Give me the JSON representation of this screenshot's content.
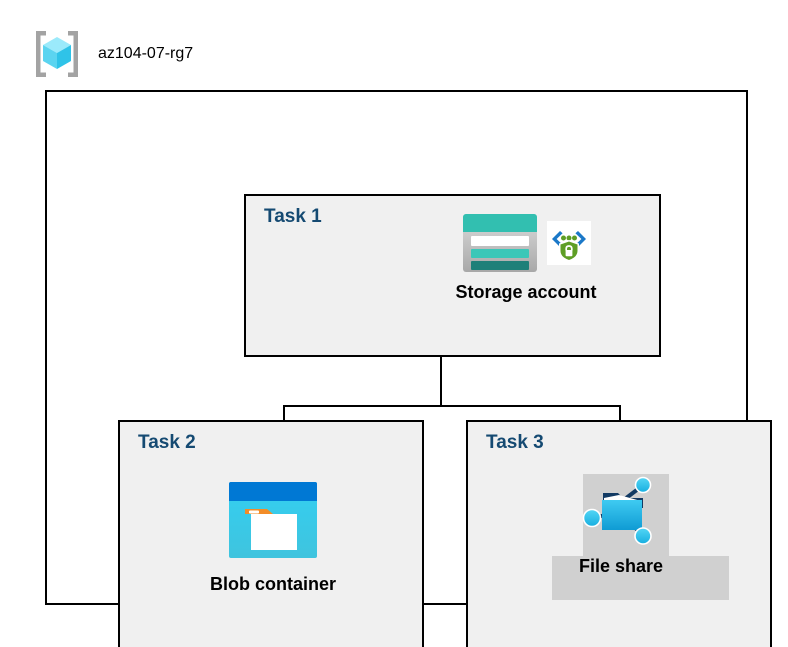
{
  "diagram": {
    "resource_group": {
      "icon": "resource-group-cube-icon",
      "name": "az104-07-rg7"
    },
    "tasks": [
      {
        "id": "task1",
        "label": "Task 1",
        "node": {
          "caption": "Storage account",
          "icons": [
            "storage-account-icon",
            "secure-endpoint-shield-icon"
          ]
        }
      },
      {
        "id": "task2",
        "label": "Task 2",
        "node": {
          "caption": "Blob container",
          "icons": [
            "blob-container-icon"
          ]
        }
      },
      {
        "id": "task3",
        "label": "Task 3",
        "node": {
          "caption": "File share",
          "icons": [
            "file-share-icon"
          ]
        }
      }
    ],
    "connections": [
      {
        "from": "Storage account",
        "to": "Blob container"
      },
      {
        "from": "Storage account",
        "to": "File share"
      }
    ],
    "colors": {
      "task_label": "#154A72",
      "box_fill": "#F0F0F0",
      "box_border": "#000000",
      "canvas": "#FFFFFF",
      "highlight": "#D0D0D0",
      "storage_teal": "#32BFB0",
      "storage_teal_dark": "#1E8079",
      "blob_blue": "#0078D4",
      "blob_cyan": "#32BDEF",
      "accent_orange": "#F28C28",
      "shield_green": "#5E9E25",
      "cube_cyan": "#6FE0F7"
    }
  }
}
